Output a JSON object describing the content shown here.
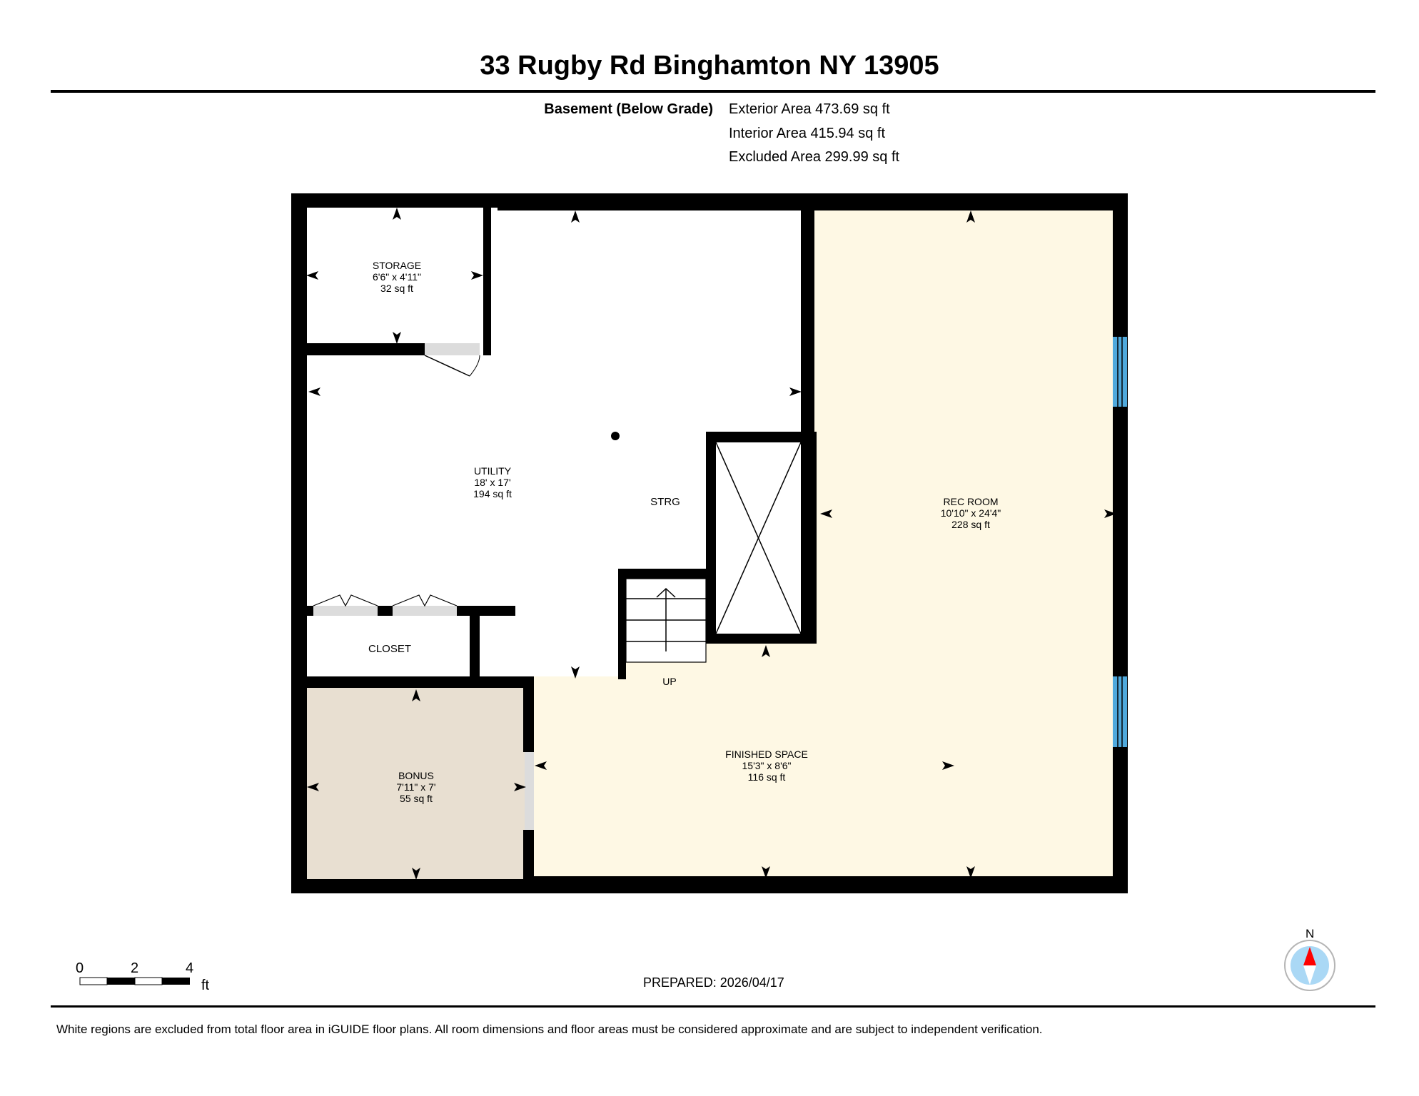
{
  "header": {
    "title": "33 Rugby Rd Binghamton NY 13905"
  },
  "floor_summary": {
    "floor_label": "Basement (Below Grade)",
    "exterior_area": "Exterior Area 473.69 sq ft",
    "interior_area": "Interior Area 415.94 sq ft",
    "excluded_area": "Excluded Area 299.99 sq ft"
  },
  "rooms": [
    {
      "name": "STORAGE",
      "dims": "6'6\" x 4'11\"",
      "area": "32 sq ft"
    },
    {
      "name": "UTILITY",
      "dims": "18' x 17'",
      "area": "194 sq ft"
    },
    {
      "name": "STRG"
    },
    {
      "name": "REC ROOM",
      "dims": "10'10\" x 24'4\"",
      "area": "228 sq ft"
    },
    {
      "name": "CLOSET"
    },
    {
      "name": "UP"
    },
    {
      "name": "BONUS",
      "dims": "7'11\" x 7'",
      "area": "55 sq ft"
    },
    {
      "name": "FINISHED SPACE",
      "dims": "15'3\" x 8'6\"",
      "area": "116 sq ft"
    }
  ],
  "colors": {
    "wall": "#000000",
    "finished_fill": "#fef8e4",
    "bonus_fill": "#e8dfd1",
    "door_gray": "#dcdcdc",
    "window_blue": "#4fa9dc",
    "compass_bg": "#aad8f5",
    "compass_north": "#ff0000"
  },
  "scale_bar": {
    "ticks": [
      "0",
      "2",
      "4"
    ],
    "unit": "ft"
  },
  "compass": {
    "label": "N",
    "icon": "compass-north-icon"
  },
  "prepared": "PREPARED: 2026/04/17",
  "footer": {
    "note": "White regions are excluded from total floor area in iGUIDE floor plans. All room dimensions and floor areas must be considered approximate and are subject to independent verification."
  }
}
